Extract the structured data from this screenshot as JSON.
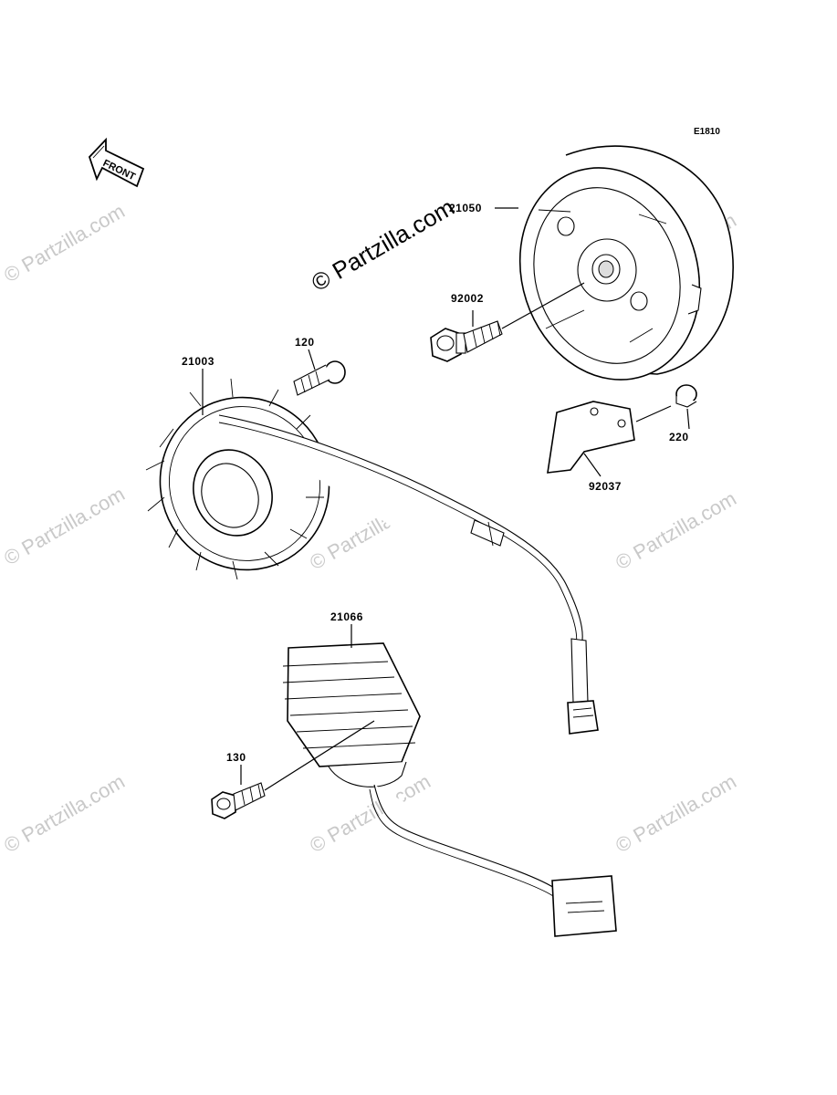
{
  "diagram": {
    "code": "E1810",
    "front_label": "FRONT",
    "watermark_main": "© Partzilla.com",
    "watermark_tile": "© Partzilla.com",
    "parts": [
      {
        "id": "21050"
      },
      {
        "id": "92002"
      },
      {
        "id": "120"
      },
      {
        "id": "21003"
      },
      {
        "id": "220"
      },
      {
        "id": "92037"
      },
      {
        "id": "21066"
      },
      {
        "id": "130"
      }
    ]
  }
}
